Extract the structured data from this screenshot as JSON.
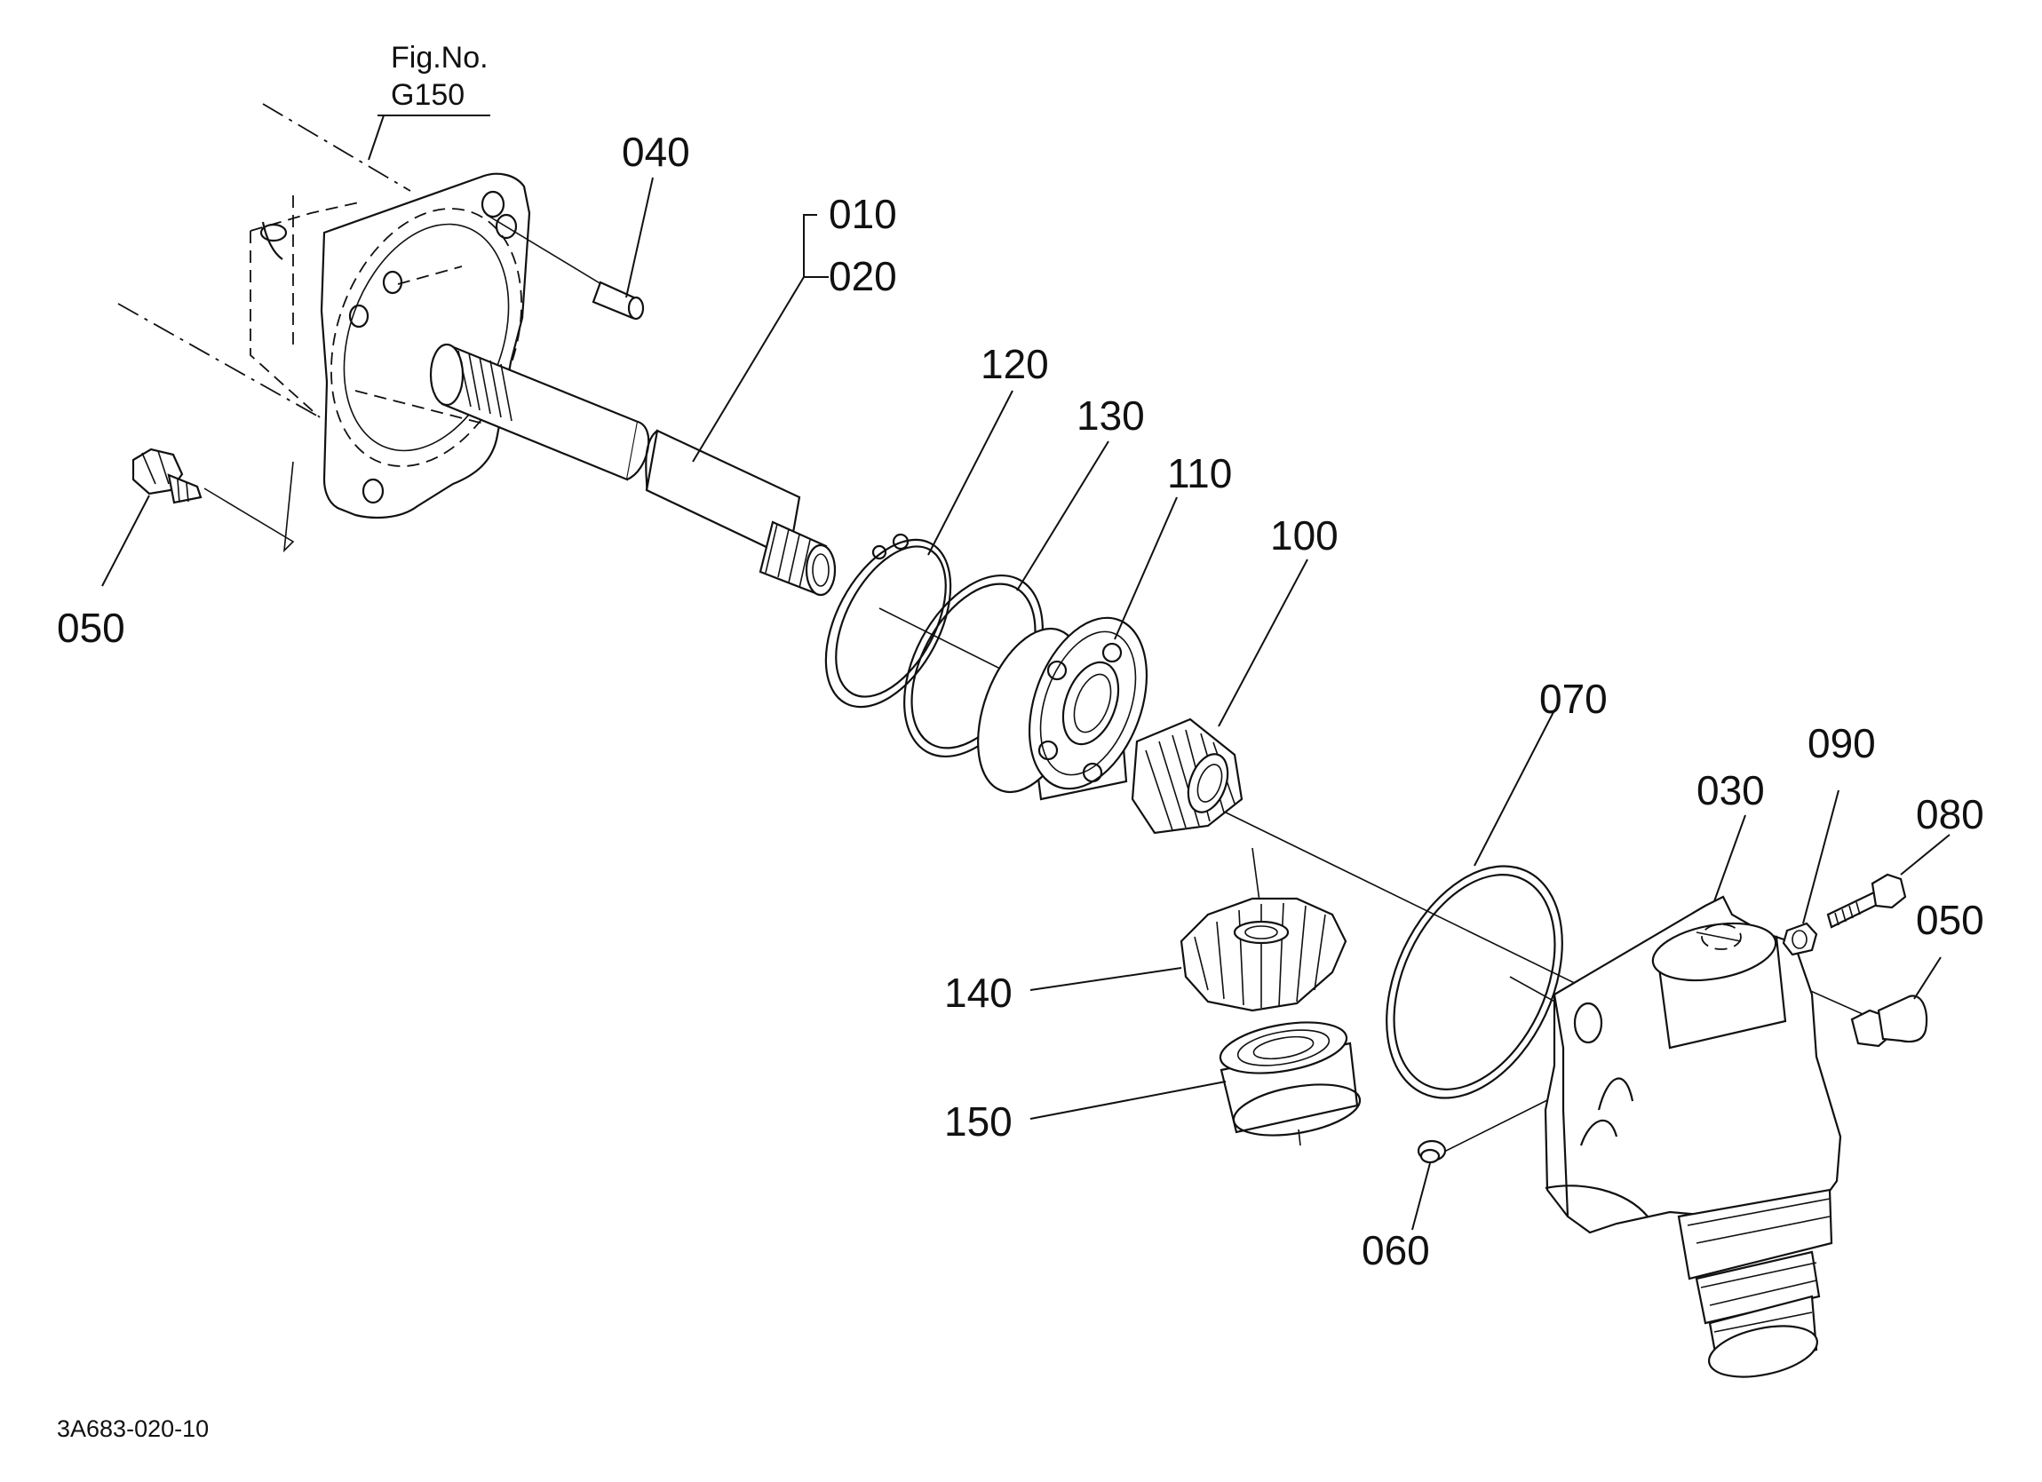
{
  "figure_ref": {
    "line1": "Fig.No.",
    "line2": "G150"
  },
  "diagram_code": "3A683-020-10",
  "part_labels": {
    "p010": "010",
    "p020": "020",
    "p030": "030",
    "p040": "040",
    "p050_left": "050",
    "p050_right": "050",
    "p060": "060",
    "p070": "070",
    "p080": "080",
    "p090": "090",
    "p100": "100",
    "p110": "110",
    "p120": "120",
    "p130": "130",
    "p140": "140",
    "p150": "150"
  }
}
